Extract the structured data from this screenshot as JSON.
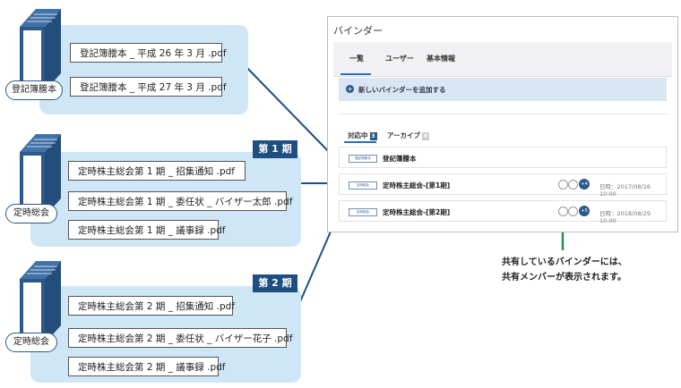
{
  "colors": {
    "panel": "#cfe6f6",
    "navy": "#1f4e80",
    "green": "#2e8b57",
    "binder": "#2a5a88"
  },
  "groups": [
    {
      "pill": "登記簿謄本",
      "period": "",
      "files": [
        "登記簿謄本 _ 平成 26 年 3 月 .pdf",
        "登記簿謄本 _ 平成 27 年 3 月 .pdf"
      ]
    },
    {
      "pill": "定時総会",
      "period": "第 1 期",
      "files": [
        "定時株主総会第 1 期 _ 招集通知 .pdf",
        "定時株主総会第 1 期 _ 委任状 _ バイザー太郎 .pdf",
        "定時株主総会第 1 期 _ 議事録 .pdf"
      ]
    },
    {
      "pill": "定時総会",
      "period": "第 2 期",
      "files": [
        "定時株主総会第 2 期 _ 招集通知 .pdf",
        "定時株主総会第 2 期 _ 委任状 _ バイザー花子 .pdf",
        "定時株主総会第 2 期 _ 議事録 .pdf"
      ]
    }
  ],
  "app": {
    "title": "バインダー",
    "tabs": [
      "一覧",
      "ユーザー",
      "基本情報"
    ],
    "add_label": "新しいバインダーを追加する",
    "subtabs": [
      {
        "label": "対応中",
        "count": "3"
      },
      {
        "label": "アーカイブ",
        "count": "0"
      }
    ],
    "rows": [
      {
        "tag": "登記簿謄本",
        "name": "登記簿謄本",
        "date": ""
      },
      {
        "tag": "定時総会",
        "name": "定時株主総会-[第1期]",
        "count": "+4",
        "date": "日時：2017/08/16 10:00"
      },
      {
        "tag": "定時総会",
        "name": "定時株主総会-[第2期]",
        "count": "+5",
        "date": "日時：2018/08/29 10:00"
      }
    ]
  },
  "callout": [
    "共有しているバインダーには、",
    "共有メンバーが表示されます。"
  ]
}
